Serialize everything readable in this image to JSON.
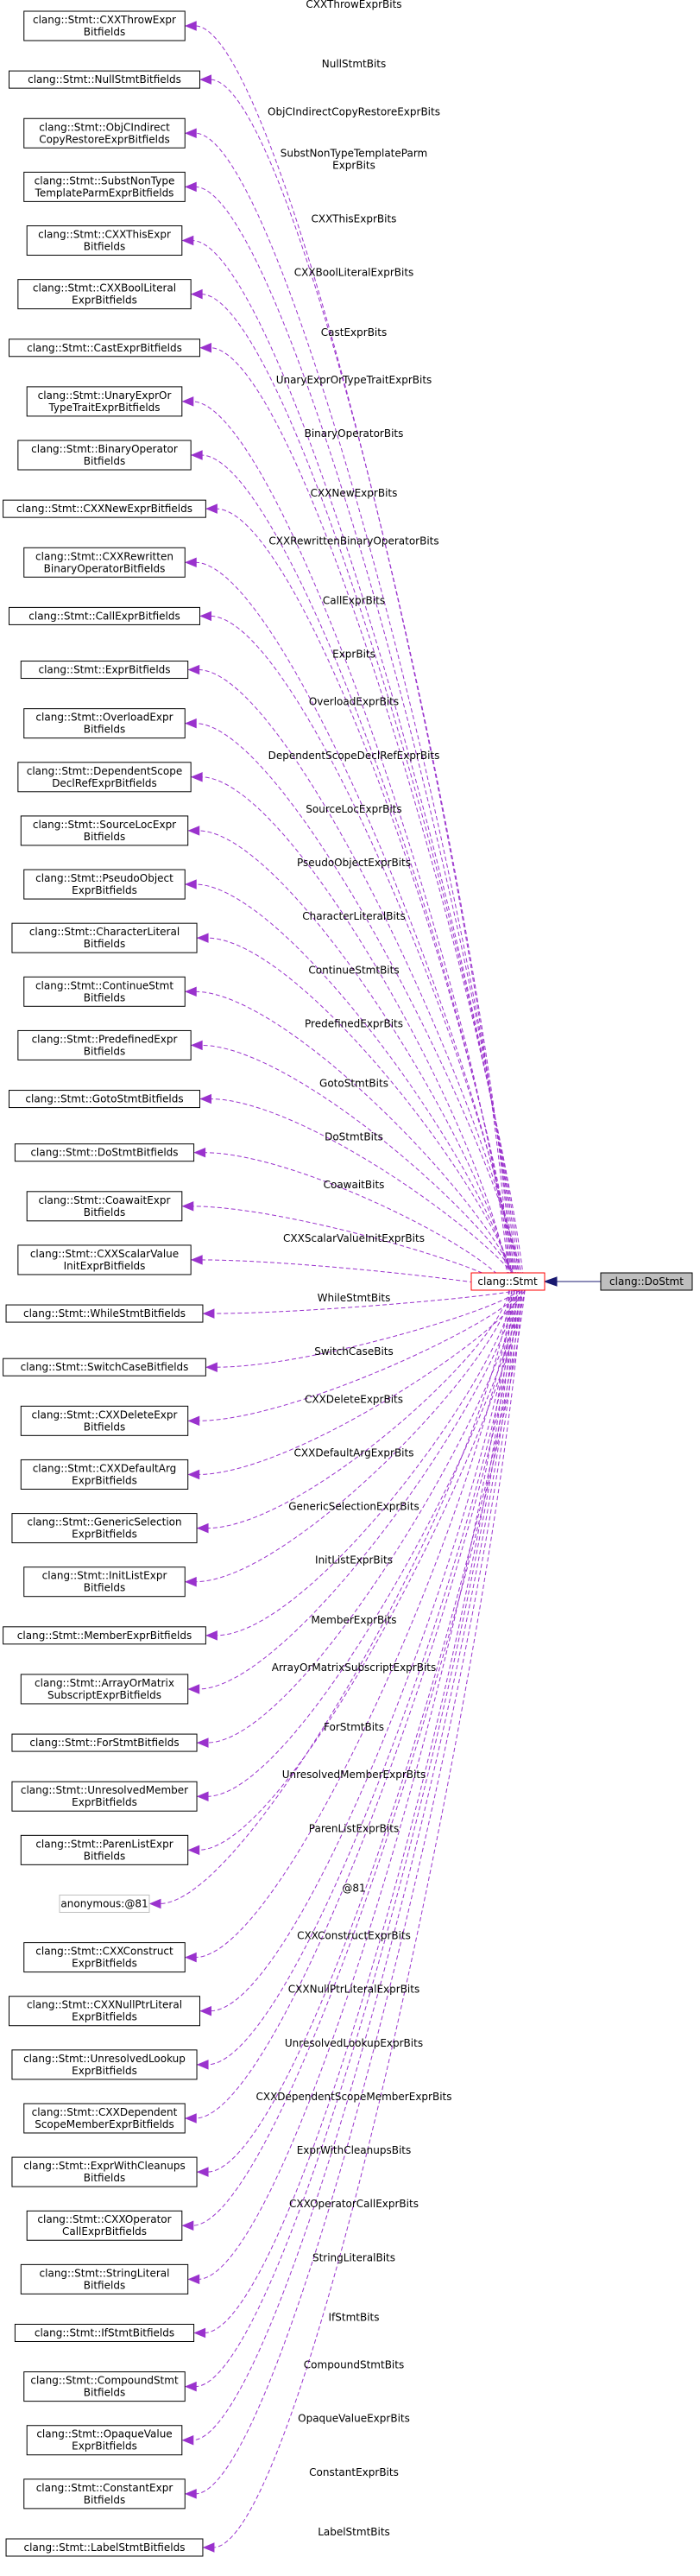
{
  "target_node": "clang::Stmt",
  "current_node": "clang::DoStmt",
  "colors": {
    "usage_edge": "#9a32cd",
    "inheritance_edge": "#191970",
    "target_border": "#ff0000",
    "current_fill": "#bfbfbf"
  },
  "members": [
    {
      "lines": [
        "clang::Stmt::CXXThrowExpr",
        "Bitfields"
      ],
      "label": [
        "CXXThrowExprBits"
      ]
    },
    {
      "lines": [
        "clang::Stmt::NullStmtBitfields"
      ],
      "label": [
        "NullStmtBits"
      ]
    },
    {
      "lines": [
        "clang::Stmt::ObjCIndirect",
        "CopyRestoreExprBitfields"
      ],
      "label": [
        "ObjCIndirectCopyRestoreExprBits"
      ]
    },
    {
      "lines": [
        "clang::Stmt::SubstNonType",
        "TemplateParmExprBitfields"
      ],
      "label": [
        "SubstNonTypeTemplateParm",
        "ExprBits"
      ]
    },
    {
      "lines": [
        "clang::Stmt::CXXThisExpr",
        "Bitfields"
      ],
      "label": [
        "CXXThisExprBits"
      ]
    },
    {
      "lines": [
        "clang::Stmt::CXXBoolLiteral",
        "ExprBitfields"
      ],
      "label": [
        "CXXBoolLiteralExprBits"
      ]
    },
    {
      "lines": [
        "clang::Stmt::CastExprBitfields"
      ],
      "label": [
        "CastExprBits"
      ]
    },
    {
      "lines": [
        "clang::Stmt::UnaryExprOr",
        "TypeTraitExprBitfields"
      ],
      "label": [
        "UnaryExprOrTypeTraitExprBits"
      ]
    },
    {
      "lines": [
        "clang::Stmt::BinaryOperator",
        "Bitfields"
      ],
      "label": [
        "BinaryOperatorBits"
      ]
    },
    {
      "lines": [
        "clang::Stmt::CXXNewExprBitfields"
      ],
      "label": [
        "CXXNewExprBits"
      ]
    },
    {
      "lines": [
        "clang::Stmt::CXXRewritten",
        "BinaryOperatorBitfields"
      ],
      "label": [
        "CXXRewrittenBinaryOperatorBits"
      ]
    },
    {
      "lines": [
        "clang::Stmt::CallExprBitfields"
      ],
      "label": [
        "CallExprBits"
      ]
    },
    {
      "lines": [
        "clang::Stmt::ExprBitfields"
      ],
      "label": [
        "ExprBits"
      ]
    },
    {
      "lines": [
        "clang::Stmt::OverloadExpr",
        "Bitfields"
      ],
      "label": [
        "OverloadExprBits"
      ]
    },
    {
      "lines": [
        "clang::Stmt::DependentScope",
        "DeclRefExprBitfields"
      ],
      "label": [
        "DependentScopeDeclRefExprBits"
      ]
    },
    {
      "lines": [
        "clang::Stmt::SourceLocExpr",
        "Bitfields"
      ],
      "label": [
        "SourceLocExprBits"
      ]
    },
    {
      "lines": [
        "clang::Stmt::PseudoObject",
        "ExprBitfields"
      ],
      "label": [
        "PseudoObjectExprBits"
      ]
    },
    {
      "lines": [
        "clang::Stmt::CharacterLiteral",
        "Bitfields"
      ],
      "label": [
        "CharacterLiteralBits"
      ]
    },
    {
      "lines": [
        "clang::Stmt::ContinueStmt",
        "Bitfields"
      ],
      "label": [
        "ContinueStmtBits"
      ]
    },
    {
      "lines": [
        "clang::Stmt::PredefinedExpr",
        "Bitfields"
      ],
      "label": [
        "PredefinedExprBits"
      ]
    },
    {
      "lines": [
        "clang::Stmt::GotoStmtBitfields"
      ],
      "label": [
        "GotoStmtBits"
      ]
    },
    {
      "lines": [
        "clang::Stmt::DoStmtBitfields"
      ],
      "label": [
        "DoStmtBits"
      ]
    },
    {
      "lines": [
        "clang::Stmt::CoawaitExpr",
        "Bitfields"
      ],
      "label": [
        "CoawaitBits"
      ]
    },
    {
      "lines": [
        "clang::Stmt::CXXScalarValue",
        "InitExprBitfields"
      ],
      "label": [
        "CXXScalarValueInitExprBits"
      ]
    },
    {
      "lines": [
        "clang::Stmt::WhileStmtBitfields"
      ],
      "label": [
        "WhileStmtBits"
      ]
    },
    {
      "lines": [
        "clang::Stmt::SwitchCaseBitfields"
      ],
      "label": [
        "SwitchCaseBits"
      ]
    },
    {
      "lines": [
        "clang::Stmt::CXXDeleteExpr",
        "Bitfields"
      ],
      "label": [
        "CXXDeleteExprBits"
      ]
    },
    {
      "lines": [
        "clang::Stmt::CXXDefaultArg",
        "ExprBitfields"
      ],
      "label": [
        "CXXDefaultArgExprBits"
      ]
    },
    {
      "lines": [
        "clang::Stmt::GenericSelection",
        "ExprBitfields"
      ],
      "label": [
        "GenericSelectionExprBits"
      ]
    },
    {
      "lines": [
        "clang::Stmt::InitListExpr",
        "Bitfields"
      ],
      "label": [
        "InitListExprBits"
      ]
    },
    {
      "lines": [
        "clang::Stmt::MemberExprBitfields"
      ],
      "label": [
        "MemberExprBits"
      ]
    },
    {
      "lines": [
        "clang::Stmt::ArrayOrMatrix",
        "SubscriptExprBitfields"
      ],
      "label": [
        "ArrayOrMatrixSubscriptExprBits"
      ]
    },
    {
      "lines": [
        "clang::Stmt::ForStmtBitfields"
      ],
      "label": [
        "ForStmtBits"
      ]
    },
    {
      "lines": [
        "clang::Stmt::UnresolvedMember",
        "ExprBitfields"
      ],
      "label": [
        "UnresolvedMemberExprBits"
      ]
    },
    {
      "lines": [
        "clang::Stmt::ParenListExpr",
        "Bitfields"
      ],
      "label": [
        "ParenListExprBits"
      ]
    },
    {
      "lines": [
        "anonymous:@81"
      ],
      "label": [
        "@81"
      ],
      "dashed": true
    },
    {
      "lines": [
        "clang::Stmt::CXXConstruct",
        "ExprBitfields"
      ],
      "label": [
        "CXXConstructExprBits"
      ]
    },
    {
      "lines": [
        "clang::Stmt::CXXNullPtrLiteral",
        "ExprBitfields"
      ],
      "label": [
        "CXXNullPtrLiteralExprBits"
      ]
    },
    {
      "lines": [
        "clang::Stmt::UnresolvedLookup",
        "ExprBitfields"
      ],
      "label": [
        "UnresolvedLookupExprBits"
      ]
    },
    {
      "lines": [
        "clang::Stmt::CXXDependent",
        "ScopeMemberExprBitfields"
      ],
      "label": [
        "CXXDependentScopeMemberExprBits"
      ]
    },
    {
      "lines": [
        "clang::Stmt::ExprWithCleanups",
        "Bitfields"
      ],
      "label": [
        "ExprWithCleanupsBits"
      ]
    },
    {
      "lines": [
        "clang::Stmt::CXXOperator",
        "CallExprBitfields"
      ],
      "label": [
        "CXXOperatorCallExprBits"
      ]
    },
    {
      "lines": [
        "clang::Stmt::StringLiteral",
        "Bitfields"
      ],
      "label": [
        "StringLiteralBits"
      ]
    },
    {
      "lines": [
        "clang::Stmt::IfStmtBitfields"
      ],
      "label": [
        "IfStmtBits"
      ]
    },
    {
      "lines": [
        "clang::Stmt::CompoundStmt",
        "Bitfields"
      ],
      "label": [
        "CompoundStmtBits"
      ]
    },
    {
      "lines": [
        "clang::Stmt::OpaqueValue",
        "ExprBitfields"
      ],
      "label": [
        "OpaqueValueExprBits"
      ]
    },
    {
      "lines": [
        "clang::Stmt::ConstantExpr",
        "Bitfields"
      ],
      "label": [
        "ConstantExprBits"
      ]
    },
    {
      "lines": [
        "clang::Stmt::LabelStmtBitfields"
      ],
      "label": [
        "LabelStmtBits"
      ]
    }
  ]
}
